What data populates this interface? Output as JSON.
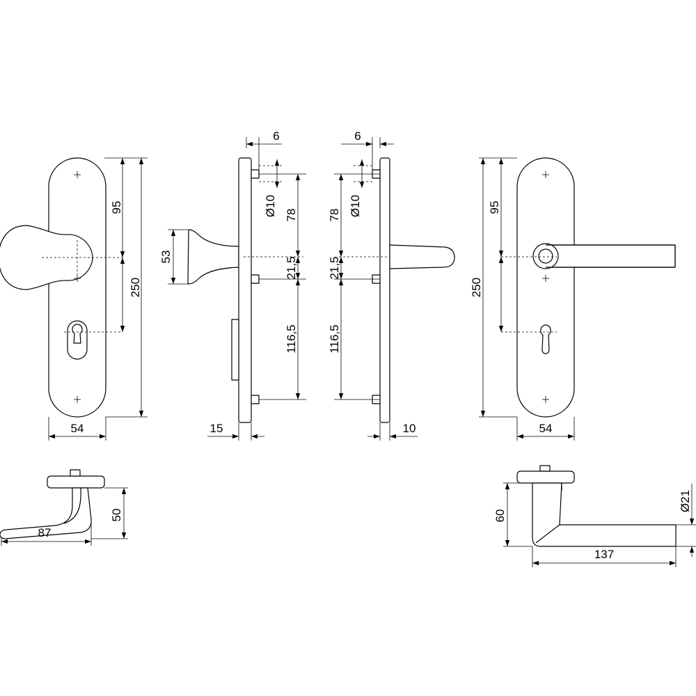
{
  "views": {
    "knob_front": {
      "height_95": "95",
      "height_250": "250",
      "width_54": "54"
    },
    "knob_side": {
      "offset_6": "6",
      "diameter_10": "Ø10",
      "len_78": "78",
      "knob_53": "53",
      "len_21_5": "21,5",
      "len_116_5": "116,5",
      "thickness_15": "15"
    },
    "lever_side": {
      "offset_6": "6",
      "diameter_10": "Ø10",
      "len_78": "78",
      "len_21_5": "21,5",
      "len_116_5": "116,5",
      "thickness_10": "10"
    },
    "lever_front": {
      "height_95": "95",
      "height_250": "250",
      "width_54": "54"
    },
    "knob_top": {
      "height_50": "50",
      "width_87": "87"
    },
    "lever_top": {
      "height_60": "60",
      "diameter_21": "Ø21",
      "width_137": "137"
    }
  }
}
